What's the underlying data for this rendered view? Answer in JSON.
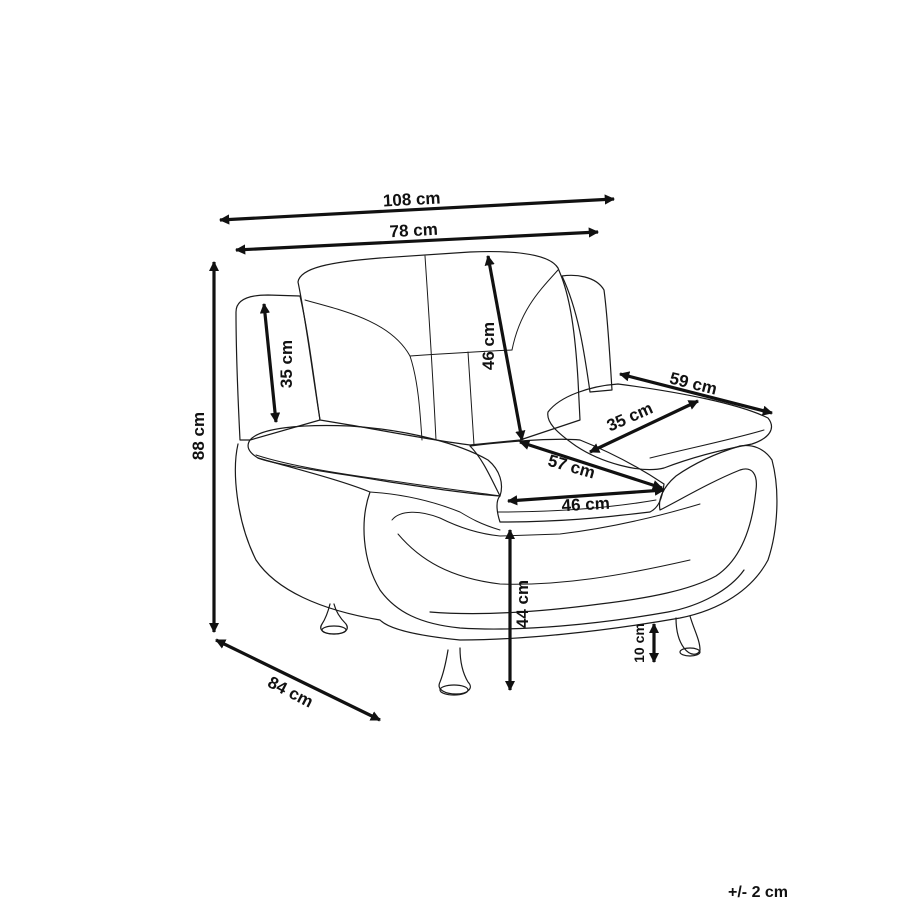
{
  "dimensions": {
    "overall_width": "108 cm",
    "inner_width": "78 cm",
    "overall_height": "88 cm",
    "armrest_height": "35 cm",
    "backrest_height": "46 cm",
    "armrest_length": "59 cm",
    "armrest_width": "35 cm",
    "seat_depth": "57 cm",
    "seat_width": "46 cm",
    "seat_height": "44 cm",
    "leg_height": "10 cm",
    "overall_depth": "84 cm"
  },
  "tolerance": "+/- 2 cm"
}
